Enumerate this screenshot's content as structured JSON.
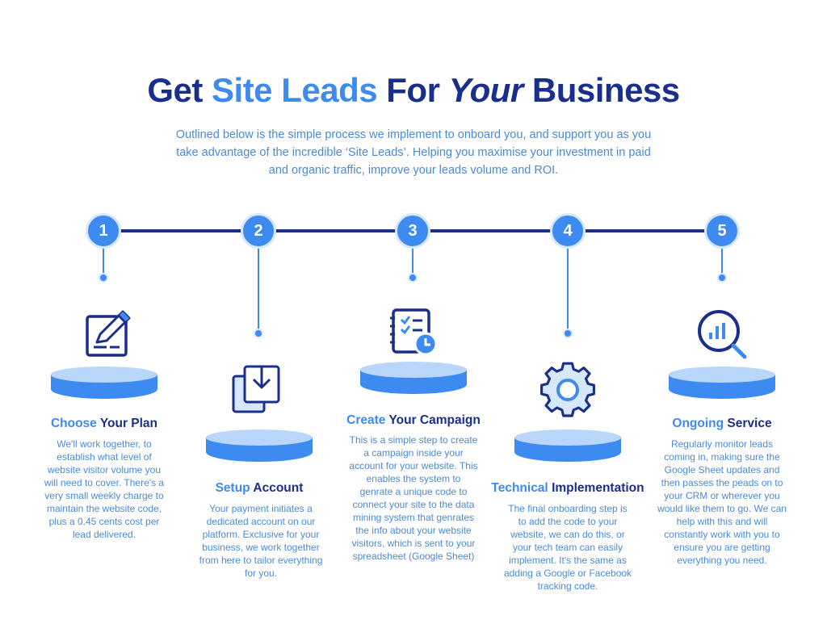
{
  "header": {
    "title_part1": "Get",
    "title_accent": "Site Leads",
    "title_part2": "For",
    "title_italic": "Your",
    "title_part3": "Business",
    "subtitle": "Outlined below is the simple process we implement to onboard you, and support you as you take advantage of the incredible ‘Site Leads’. Helping you maximise your investment in paid and organic traffic, improve your leads volume and ROI."
  },
  "colors": {
    "navy": "#1a2f8c",
    "accent": "#3d8bf0",
    "text": "#4b8bd6",
    "disc_top": "#b9d7fb",
    "disc_side": "#3d8bf0"
  },
  "steps": [
    {
      "number": "1",
      "title_highlight": "Choose",
      "title_rest": "Your Plan",
      "icon": "edit-document-icon",
      "description": "We'll work together, to establish what level of website visitor volume you will need to cover. There's a very small weekly charge to maintain the website code, plus a 0.45 cents cost per lead delivered."
    },
    {
      "number": "2",
      "title_highlight": "Setup",
      "title_rest": "Account",
      "icon": "download-tray-icon",
      "description": "Your payment initiates a dedicated account on our platform. Exclusive for your business, we work together from here to tailor everything for you."
    },
    {
      "number": "3",
      "title_highlight": "Create",
      "title_rest": "Your Campaign",
      "icon": "checklist-clock-icon",
      "description": "This is a simple step to create a campaign inside your account for your website. This enables the system to genrate a unique code to connect your site to the data mining system that genrates the info about your website visitors, which is sent to your spreadsheet (Google Sheet)"
    },
    {
      "number": "4",
      "title_highlight": "Technical",
      "title_rest": "Implementation",
      "icon": "gear-icon",
      "description": "The final onboarding step is to add the code to your website, we can do this, or your tech team can easily implement. It's the same as adding a Google or Facebook tracking code."
    },
    {
      "number": "5",
      "title_highlight": "Ongoing",
      "title_rest": "Service",
      "icon": "analytics-magnifier-icon",
      "description": "Regularly monitor leads coming in, making sure the Google Sheet updates and then passes the peads on to your CRM or wherever you would like them to go. We can help with this and will constantly work with you to ensure you are getting everything you need."
    }
  ]
}
